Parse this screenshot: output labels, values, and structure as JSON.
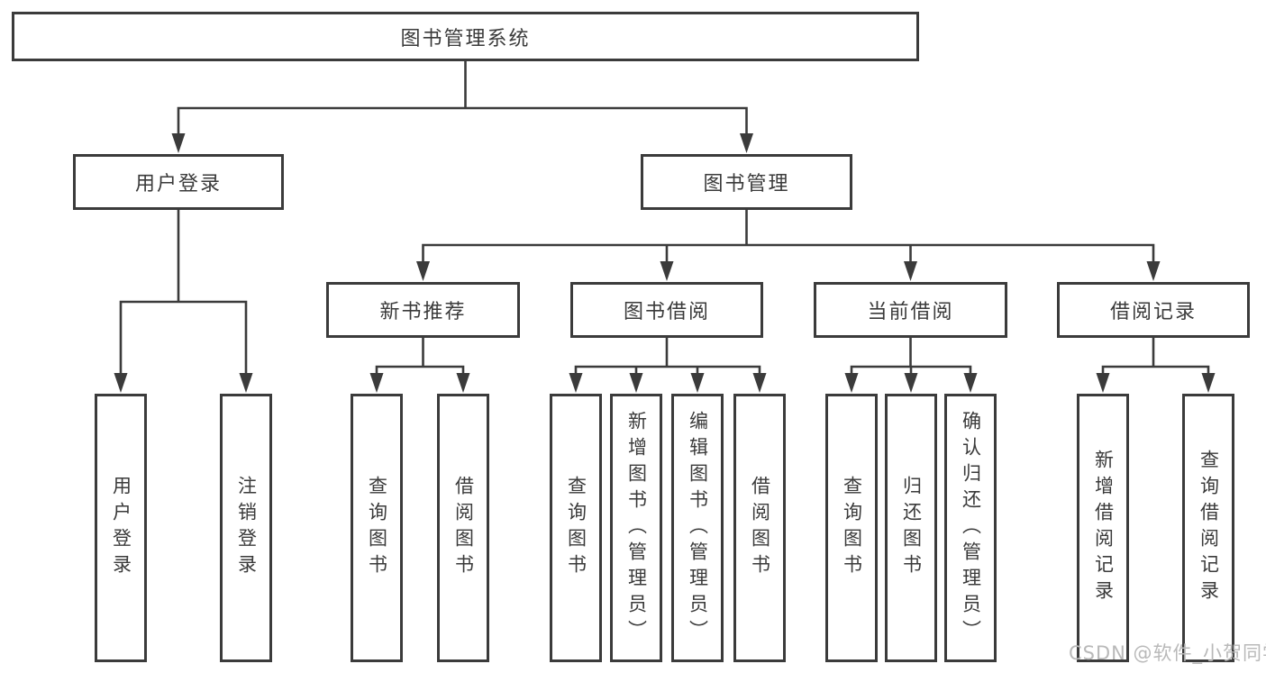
{
  "colors": {
    "line": "#3b3b3b",
    "node_border": "#3b3b3b",
    "node_text": "#3a3a3a",
    "node_background": "#ffffff",
    "page_background": "#ffffff",
    "watermark_text_color": "#b9b9b9"
  },
  "watermark": {
    "text": "CSDN @软件_小贺同学"
  },
  "diagram": {
    "type": "hierarchy-tree",
    "tree": {
      "label": "图书管理系统",
      "children": [
        {
          "label": "用户登录",
          "children": [
            {
              "label": "用户登录"
            },
            {
              "label": "注销登录"
            }
          ]
        },
        {
          "label": "图书管理",
          "children": [
            {
              "label": "新书推荐",
              "children": [
                {
                  "label": "查询图书"
                },
                {
                  "label": "借阅图书"
                }
              ]
            },
            {
              "label": "图书借阅",
              "children": [
                {
                  "label": "查询图书"
                },
                {
                  "label": "新增图书（管理员）"
                },
                {
                  "label": "编辑图书（管理员）"
                },
                {
                  "label": "借阅图书"
                }
              ]
            },
            {
              "label": "当前借阅",
              "children": [
                {
                  "label": "查询图书"
                },
                {
                  "label": "归还图书"
                },
                {
                  "label": "确认归还（管理员）"
                }
              ]
            },
            {
              "label": "借阅记录",
              "children": [
                {
                  "label": "新增借阅记录"
                },
                {
                  "label": "查询借阅记录"
                }
              ]
            }
          ]
        }
      ]
    }
  }
}
